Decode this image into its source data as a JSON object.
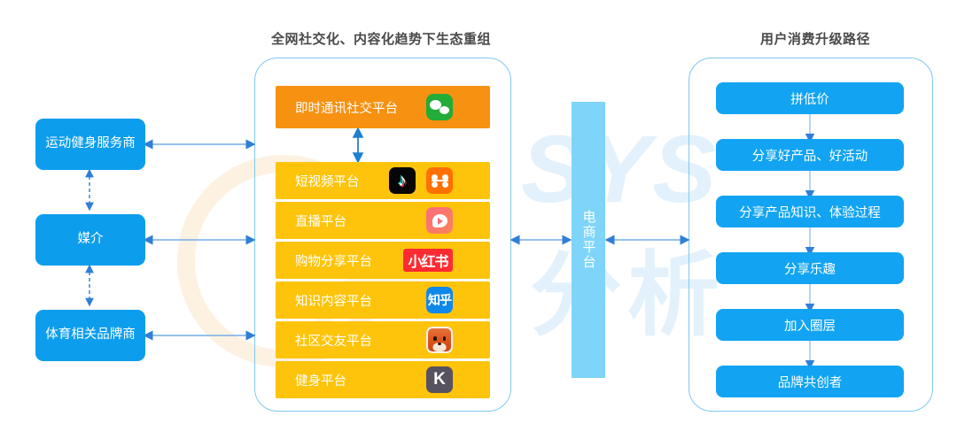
{
  "titles": {
    "center": "全网社交化、内容化趋势下生态重组",
    "right": "用户消费升级路径"
  },
  "watermark": {
    "latin": "SYS",
    "cn": "分析"
  },
  "left_column": {
    "items": [
      {
        "label": "运动健身服务商"
      },
      {
        "label": "媒介"
      },
      {
        "label": "体育相关品牌商"
      }
    ]
  },
  "center_panel": {
    "rows": [
      {
        "label": "即时通讯社交平台",
        "bg": "#f79111",
        "icons": [
          "wechat-icon"
        ]
      },
      {
        "label": "短视频平台",
        "bg": "#fdc40b",
        "icons": [
          "douyin-icon",
          "kuaishou-icon"
        ]
      },
      {
        "label": "直播平台",
        "bg": "#fdc40b",
        "icons": [
          "live-streaming-icon"
        ]
      },
      {
        "label": "购物分享平台",
        "bg": "#fdc40b",
        "icons": [
          "xiaohongshu-icon"
        ]
      },
      {
        "label": "知识内容平台",
        "bg": "#fdc40b",
        "icons": [
          "zhihu-icon"
        ]
      },
      {
        "label": "社区交友平台",
        "bg": "#fdc40b",
        "icons": [
          "soul-fox-icon"
        ]
      },
      {
        "label": "健身平台",
        "bg": "#fdc40b",
        "icons": [
          "keep-icon"
        ]
      }
    ],
    "icon_text": {
      "xiaohongshu": "小红书",
      "zhihu": "知乎",
      "keep": "K",
      "douyin": "♪"
    }
  },
  "ecommerce_bar": {
    "label": "电商平台",
    "color": "#7fd5f9"
  },
  "right_column": {
    "steps": [
      {
        "label": "拼低价"
      },
      {
        "label": "分享好产品、好活动"
      },
      {
        "label": "分享产品知识、体验过程"
      },
      {
        "label": "分享乐趣"
      },
      {
        "label": "加入圈层"
      },
      {
        "label": "品牌共创者"
      }
    ]
  },
  "colors": {
    "blue": "#0d9ded",
    "step_blue": "#12a4f2",
    "orange": "#f79111",
    "yellow": "#fdc40b",
    "panel_border": "#7fc8ef",
    "arrow": "#3b8ede"
  }
}
